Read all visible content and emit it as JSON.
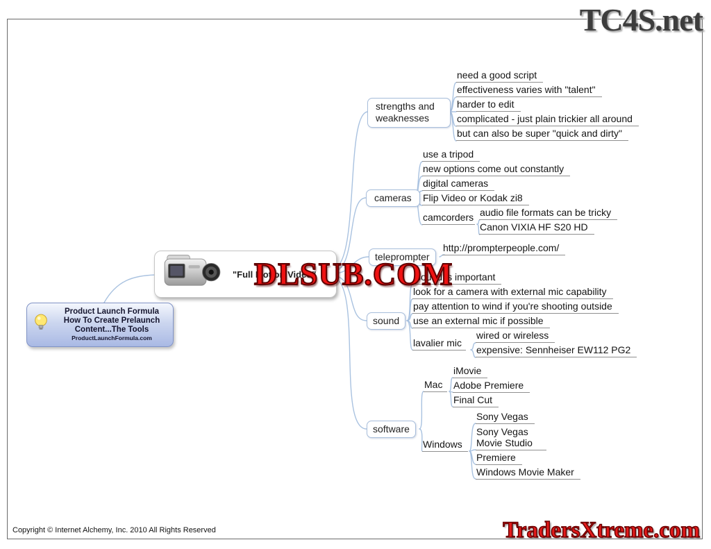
{
  "watermarks": {
    "top_right": "TC4S.net",
    "center": "DLSUB.COM",
    "bottom_right": "TradersXtreme.com"
  },
  "footer": {
    "copyright": "Copyright © Internet Alchemy, Inc. 2010 All Rights Reserved"
  },
  "colors": {
    "connector": "#a9c2e0",
    "underline": "#8f8f8f",
    "watermark_red": "#e31b1b"
  },
  "root": {
    "icon": "lightbulb",
    "line1": "Product Launch Formula",
    "line2": "How To Create Prelaunch",
    "line3": "Content...The Tools",
    "line4": "ProductLaunchFormula.com"
  },
  "central": {
    "icon": "camcorder",
    "label": "\"Full Motion Video\""
  },
  "branches": {
    "strengths": {
      "label": "strengths and weaknesses",
      "children": [
        "need a good script",
        "effectiveness varies with \"talent\"",
        "harder to edit",
        "complicated - just plain trickier all around",
        "but can also be super \"quick and dirty\""
      ]
    },
    "cameras": {
      "label": "cameras",
      "children": [
        "use a tripod",
        "new options come out constantly",
        "digital cameras",
        "Flip Video or Kodak zi8"
      ],
      "camcorders": {
        "label": "camcorders",
        "children": [
          "audio file formats can be tricky",
          "Canon VIXIA HF S20 HD"
        ]
      }
    },
    "teleprompter": {
      "label": "teleprompter",
      "children": [
        "http://prompterpeople.com/"
      ]
    },
    "sound": {
      "label": "sound",
      "children": [
        "sound is important",
        "look for a camera with external mic capability",
        "pay attention to wind if you're shooting outside",
        "use an external mic if possible"
      ],
      "lavalier": {
        "label": "lavalier mic",
        "children": [
          "wired or wireless",
          "expensive: Sennheiser EW112 PG2"
        ]
      }
    },
    "software": {
      "label": "software",
      "mac": {
        "label": "Mac",
        "children": [
          "iMovie",
          "Adobe Premiere",
          "Final Cut"
        ]
      },
      "windows": {
        "label": "Windows",
        "children": [
          "Sony Vegas",
          "Sony Vegas Movie Studio",
          "Premiere",
          "Windows Movie Maker"
        ]
      }
    }
  }
}
